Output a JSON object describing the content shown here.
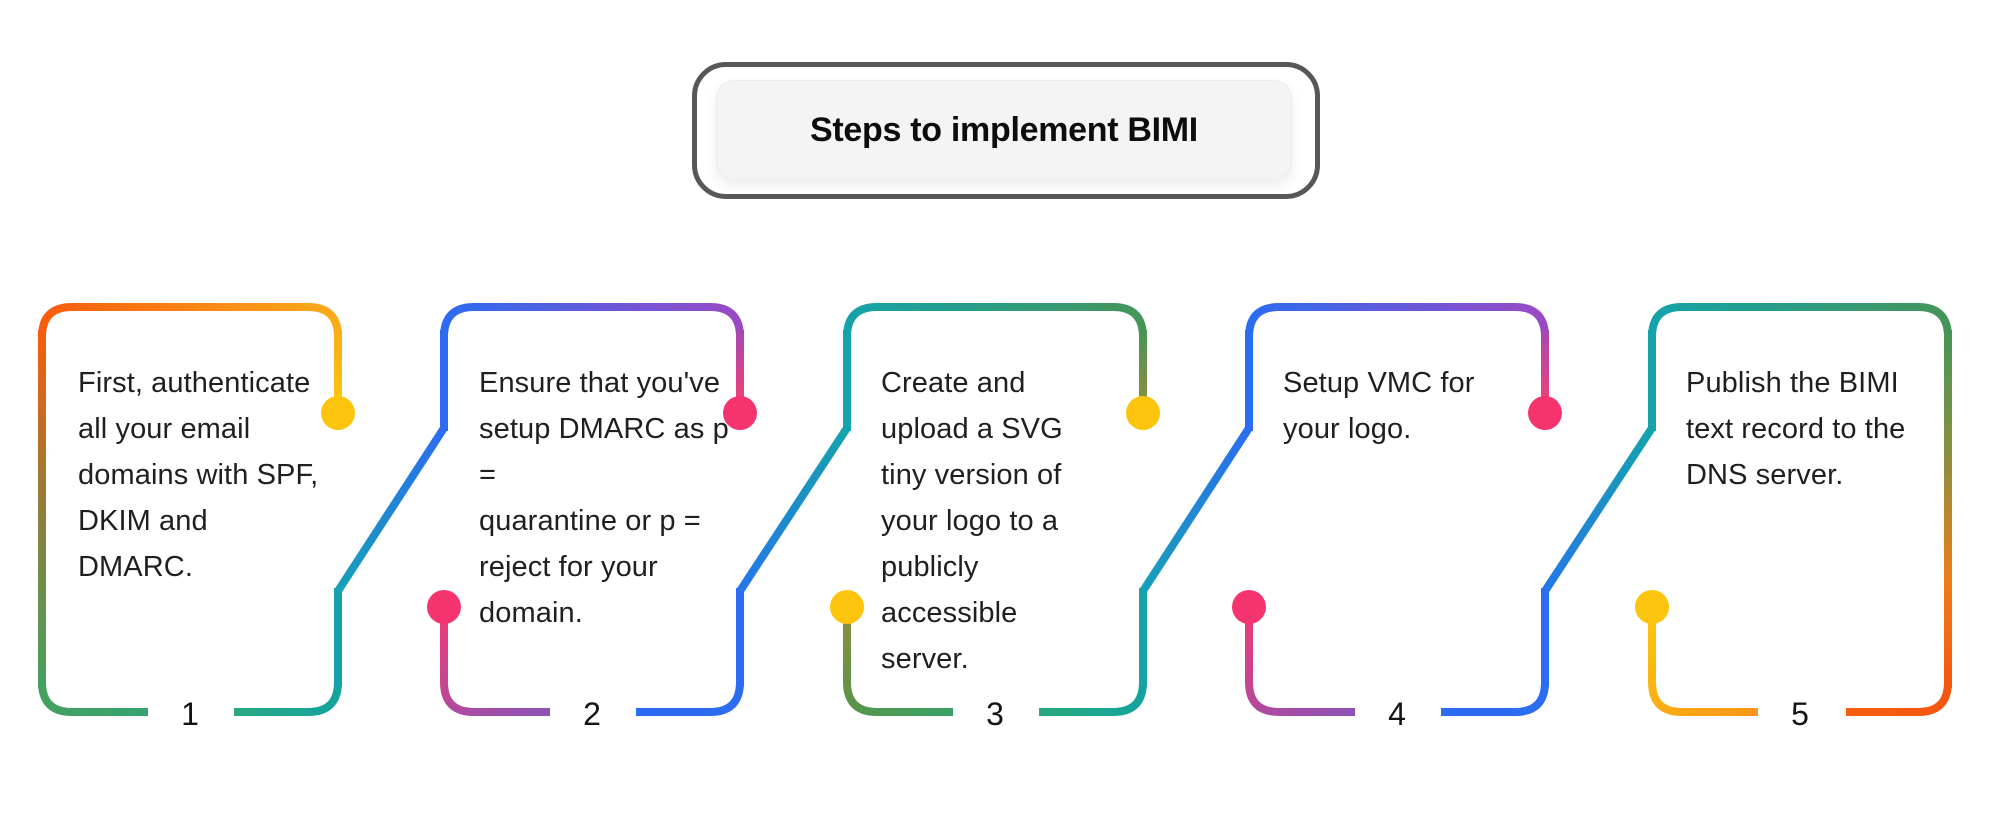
{
  "title": "Steps to implement BIMI",
  "steps": [
    {
      "number": "1",
      "text": "First, authenticate\nall your email\ndomains with SPF,\nDKIM and DMARC."
    },
    {
      "number": "2",
      "text": "Ensure that you've\nsetup DMARC as p =\nquarantine or p =\nreject for your\ndomain."
    },
    {
      "number": "3",
      "text": "Create and\nupload a SVG\ntiny version of\nyour logo to a\npublicly\naccessible\nserver."
    },
    {
      "number": "4",
      "text": "Setup VMC for\nyour logo."
    },
    {
      "number": "5",
      "text": "Publish the BIMI\ntext record to the\nDNS server."
    }
  ],
  "palette": {
    "orange_red": "#f85c0c",
    "orange_yellow": "#fbab1a",
    "yellow_dot": "#fcc40d",
    "olive": "#8a8f3f",
    "green": "#459558",
    "green_bottom": "#35a472",
    "teal": "#14a3ab",
    "teal_green": "#28a87e",
    "blue": "#2b6cf0",
    "purple": "#9a49c5",
    "purple_bottom": "#8b53b8",
    "pink_dot": "#f5336e",
    "red_orange_end": "#f4560f",
    "title_border_gray": "#575757",
    "title_inner_bg": "#f4f4f5",
    "text_color": "#1f1f1f"
  }
}
